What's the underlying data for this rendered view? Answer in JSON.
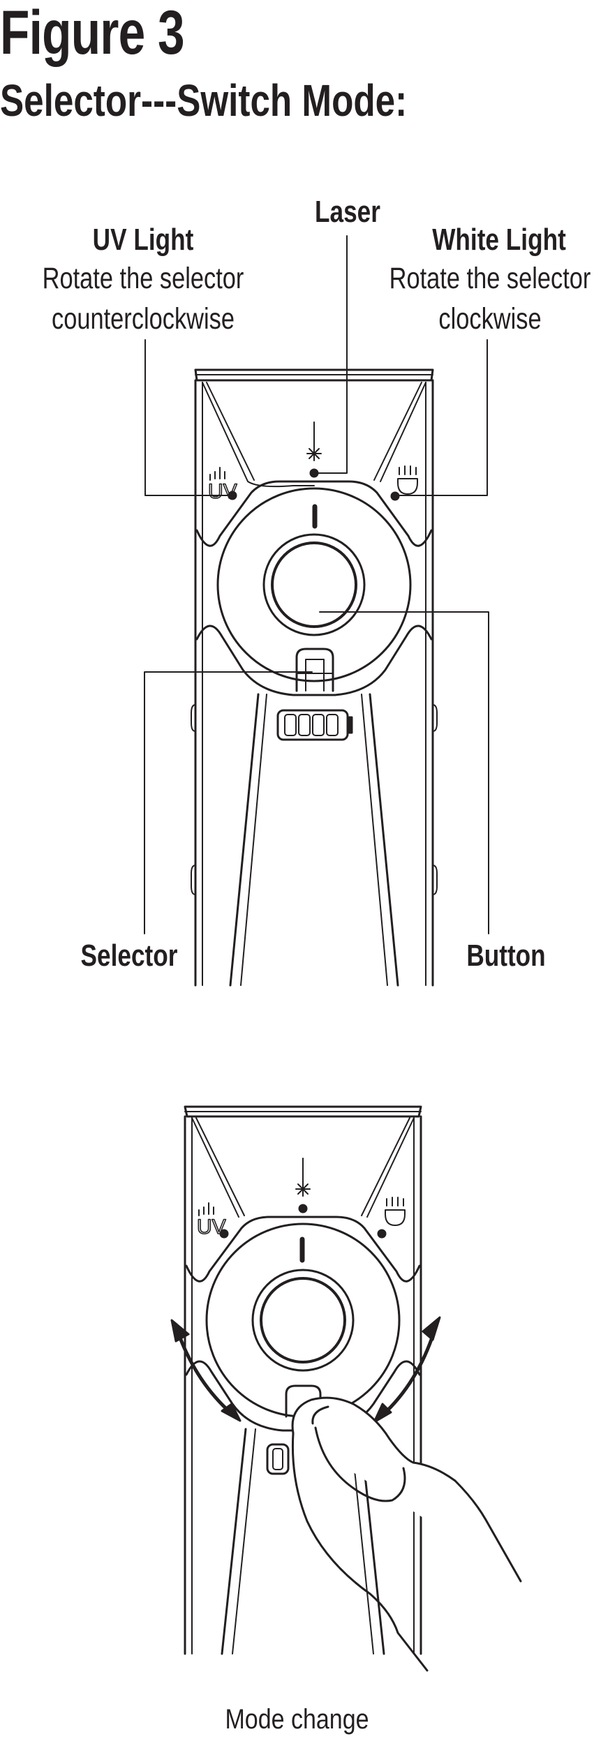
{
  "figure": {
    "title": "Figure 3",
    "subtitle": "Selector---Switch Mode:",
    "caption": "Mode change"
  },
  "labels": {
    "laser": "Laser",
    "uv_title": "UV Light",
    "uv_line1": "Rotate the selector",
    "uv_line2": "counterclockwise",
    "white_title": "White Light",
    "white_line1": "Rotate the selector",
    "white_line2": "clockwise",
    "selector": "Selector",
    "button": "Button"
  },
  "icons": {
    "uv_text": "UV"
  },
  "colors": {
    "ink": "#231f20",
    "background": "#ffffff"
  }
}
